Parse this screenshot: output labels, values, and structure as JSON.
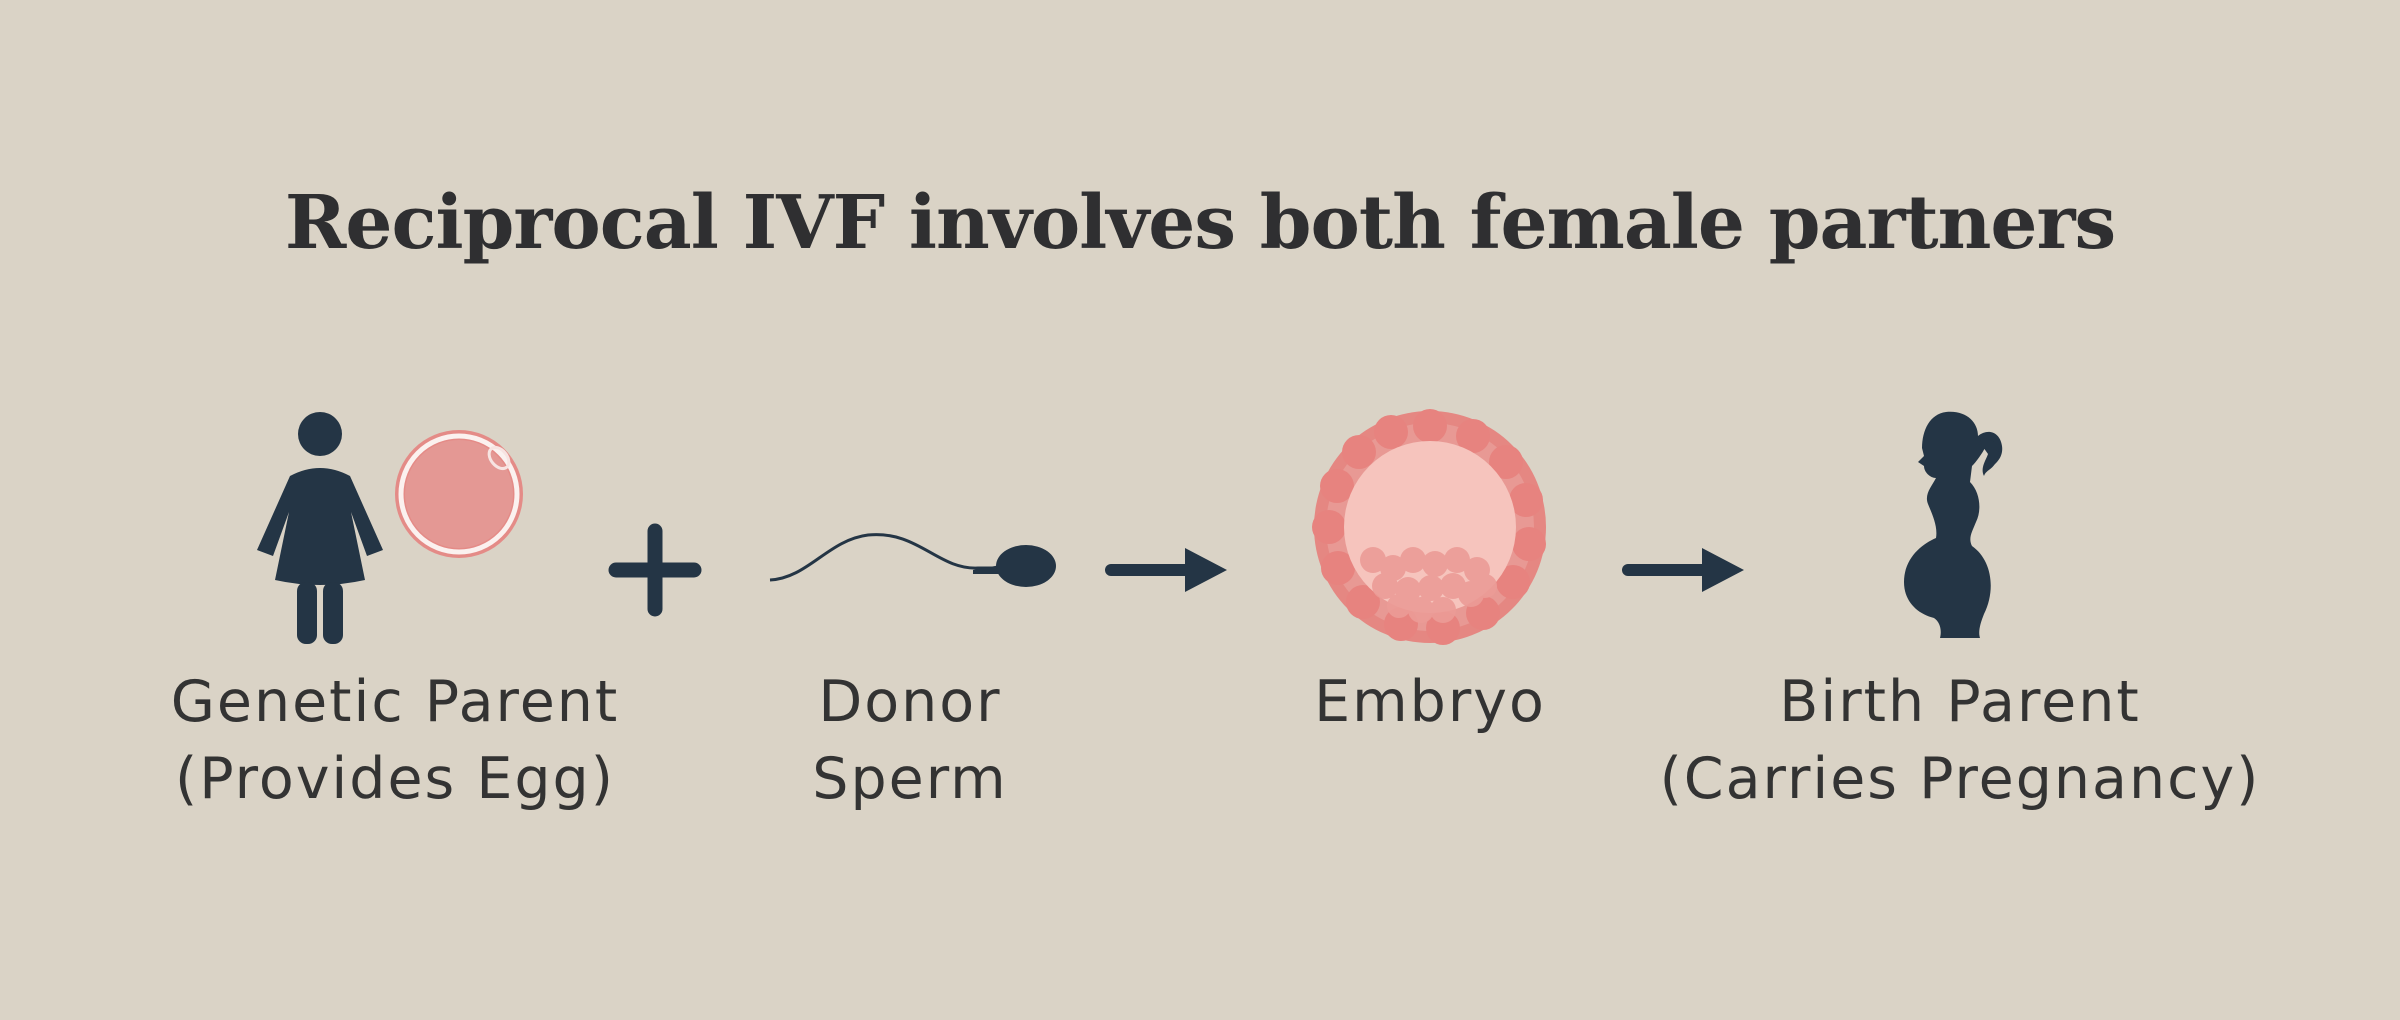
{
  "title": "Reciprocal IVF involves both female partners",
  "steps": [
    {
      "line1": "Genetic Parent",
      "line2": "(Provides Egg)",
      "icons": [
        "woman-icon",
        "egg-icon"
      ]
    },
    {
      "line1": "Donor",
      "line2": "Sperm",
      "icons": [
        "sperm-icon"
      ]
    },
    {
      "line1": "Embryo",
      "line2": "",
      "icons": [
        "embryo-icon"
      ]
    },
    {
      "line1": "Birth Parent",
      "line2": "(Carries Pregnancy)",
      "icons": [
        "pregnant-woman-icon"
      ]
    }
  ],
  "connectors": [
    "plus-icon",
    "arrow-right-icon",
    "arrow-right-icon"
  ],
  "colors": {
    "background": "#dad3c6",
    "dark": "#243545",
    "pink": "#e48f8c",
    "text": "#333333"
  }
}
